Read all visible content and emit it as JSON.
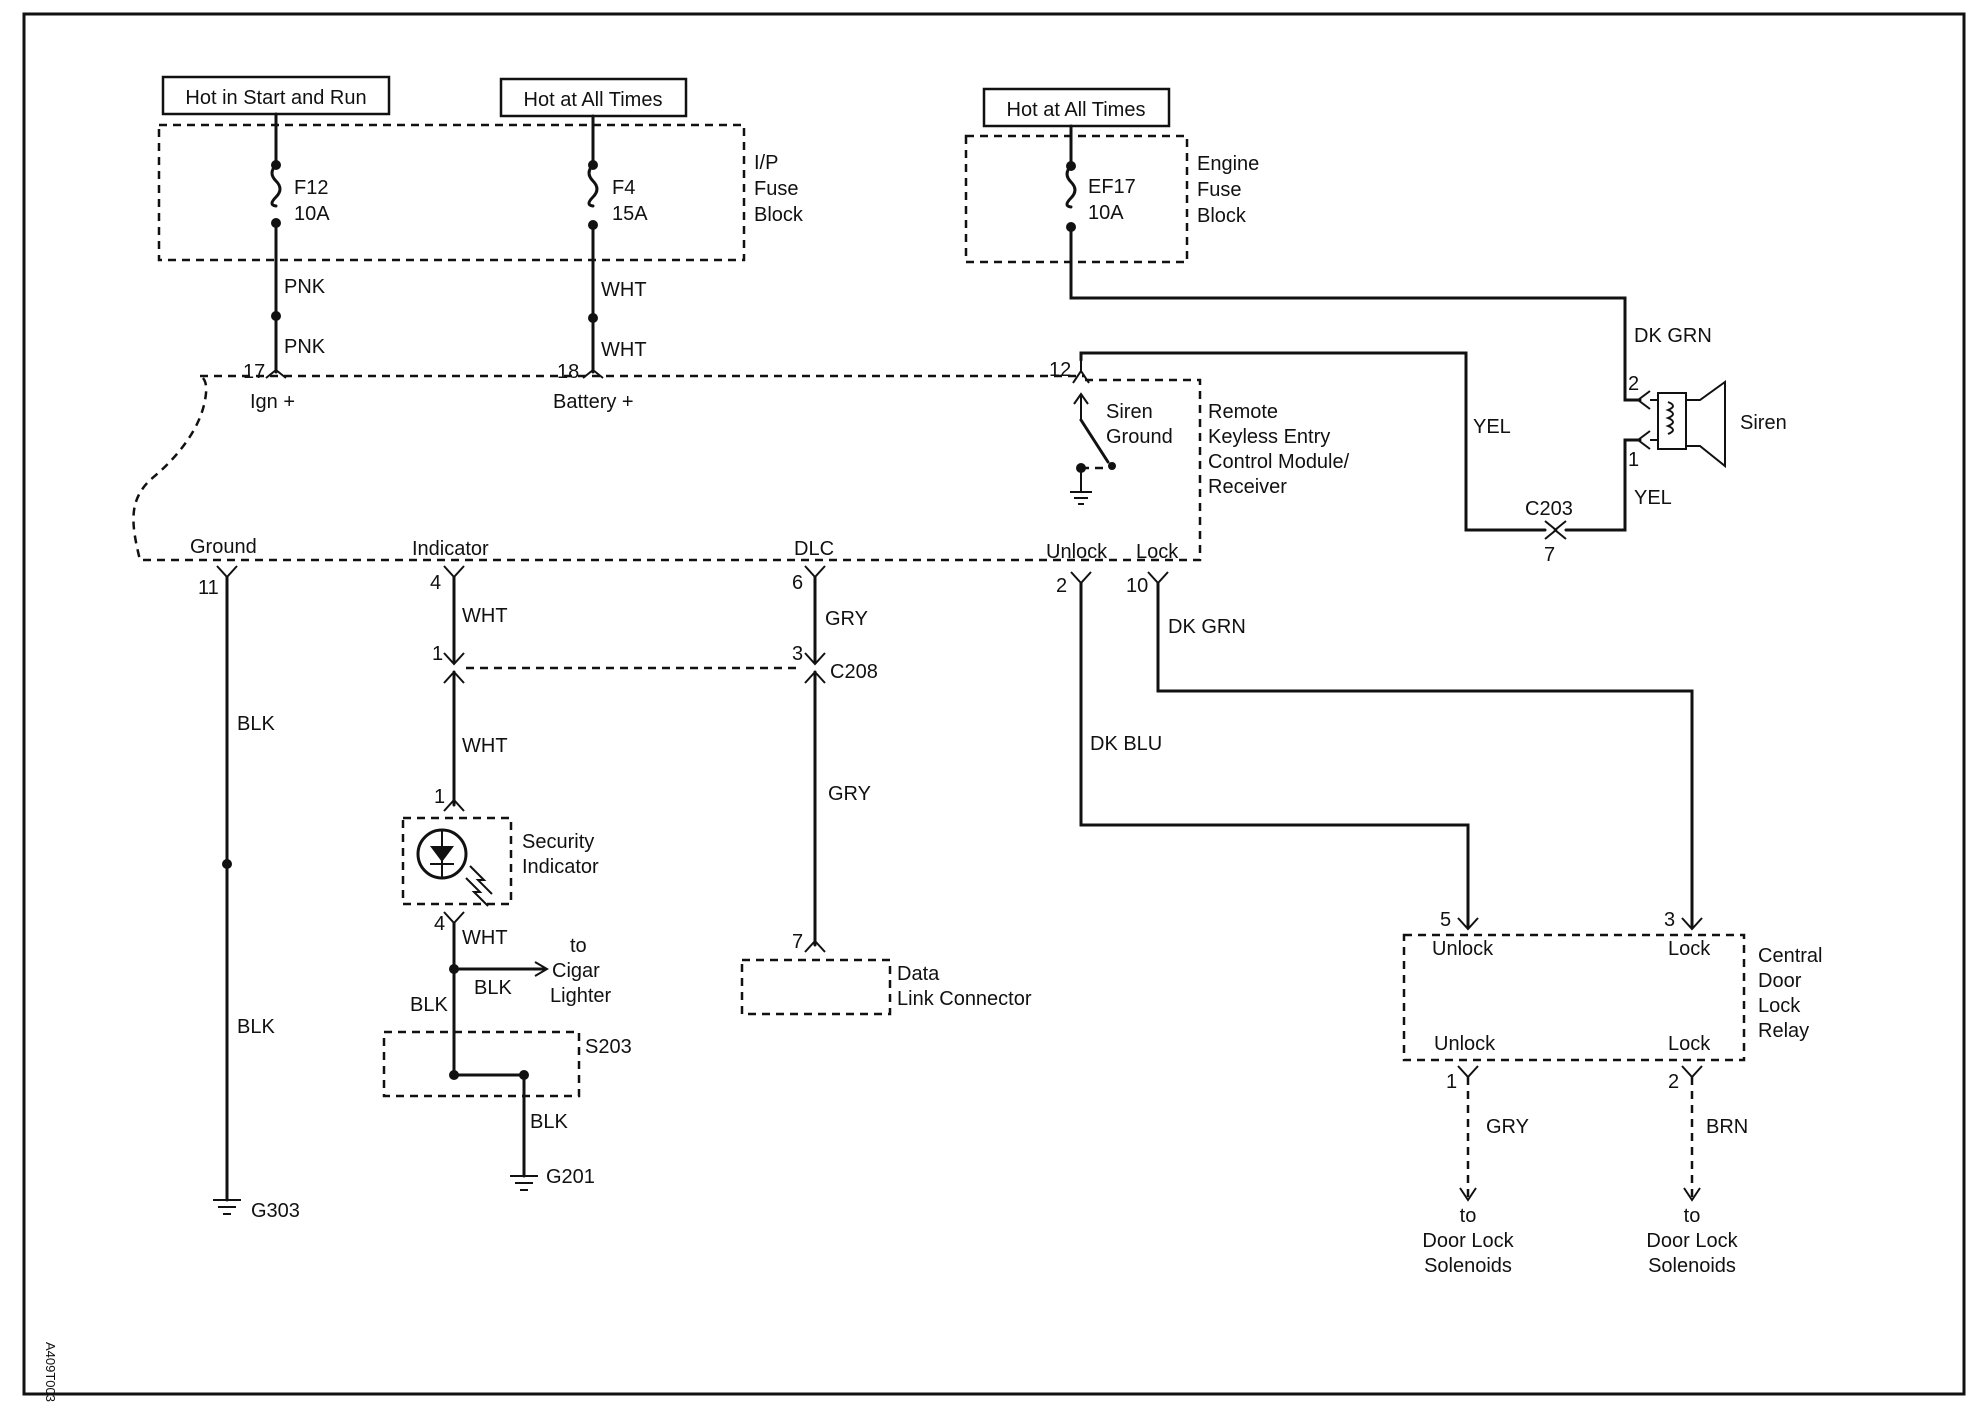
{
  "power": {
    "hot_start_run": "Hot in Start and Run",
    "hot_all_times_1": "Hot at All Times",
    "hot_all_times_2": "Hot at All Times"
  },
  "ip_fuse_block": {
    "label_1": "I/P",
    "label_2": "Fuse",
    "label_3": "Block",
    "fuse_f12_name": "F12",
    "fuse_f12_rating": "10A",
    "fuse_f4_name": "F4",
    "fuse_f4_rating": "15A"
  },
  "engine_fuse_block": {
    "label_1": "Engine",
    "label_2": "Fuse",
    "label_3": "Block",
    "fuse_name": "EF17",
    "fuse_rating": "10A"
  },
  "wires": {
    "pnk_1": "PNK",
    "pnk_2": "PNK",
    "wht_1": "WHT",
    "wht_2": "WHT",
    "dk_grn_siren": "DK GRN",
    "yel_1": "YEL",
    "yel_2": "YEL",
    "wht_ind_1": "WHT",
    "wht_ind_2": "WHT",
    "wht_ind_3": "WHT",
    "gry_dlc_1": "GRY",
    "gry_dlc_2": "GRY",
    "blk_1": "BLK",
    "blk_2": "BLK",
    "blk_3": "BLK",
    "blk_4": "BLK",
    "blk_5": "BLK",
    "dk_blu": "DK BLU",
    "dk_grn_lock": "DK GRN",
    "gry_out": "GRY",
    "brn_out": "BRN"
  },
  "rke_module": {
    "label_1": "Remote",
    "label_2": "Keyless Entry",
    "label_3": "Control Module/",
    "label_4": "Receiver",
    "pin_ign": "17",
    "pin_ign_label": "Ign +",
    "pin_batt": "18",
    "pin_batt_label": "Battery +",
    "pin_siren": "12",
    "siren_ground_1": "Siren",
    "siren_ground_2": "Ground",
    "pin_ground": "11",
    "pin_ground_label": "Ground",
    "pin_indicator": "4",
    "pin_indicator_label": "Indicator",
    "pin_dlc": "6",
    "pin_dlc_label": "DLC",
    "pin_unlock": "2",
    "pin_unlock_label": "Unlock",
    "pin_lock": "10",
    "pin_lock_label": "Lock"
  },
  "siren": {
    "label": "Siren",
    "pin_2": "2",
    "pin_1": "1"
  },
  "c203": {
    "label": "C203",
    "pin": "7"
  },
  "c208": {
    "label": "C208",
    "pin_1": "1",
    "pin_3": "3"
  },
  "security_indicator": {
    "label_1": "Security",
    "label_2": "Indicator",
    "pin_top": "1",
    "pin_bottom": "4"
  },
  "cigar": {
    "to": "to",
    "label_1": "Cigar",
    "label_2": "Lighter"
  },
  "splice": {
    "label": "S203"
  },
  "grounds": {
    "g201": "G201",
    "g303": "G303"
  },
  "dlc": {
    "pin": "7",
    "label_1": "Data",
    "label_2": "Link Connector"
  },
  "relay": {
    "label_1": "Central",
    "label_2": "Door",
    "label_3": "Lock",
    "label_4": "Relay",
    "pin_unlock_in": "5",
    "unlock_in_label": "Unlock",
    "pin_lock_in": "3",
    "lock_in_label": "Lock",
    "unlock_out_label": "Unlock",
    "lock_out_label": "Lock",
    "pin_unlock_out": "1",
    "pin_lock_out": "2"
  },
  "outputs": {
    "to_1": "to",
    "door_lock_1": "Door Lock",
    "solenoids_1": "Solenoids",
    "to_2": "to",
    "door_lock_2": "Door Lock",
    "solenoids_2": "Solenoids"
  },
  "figure_id": "A409T003"
}
